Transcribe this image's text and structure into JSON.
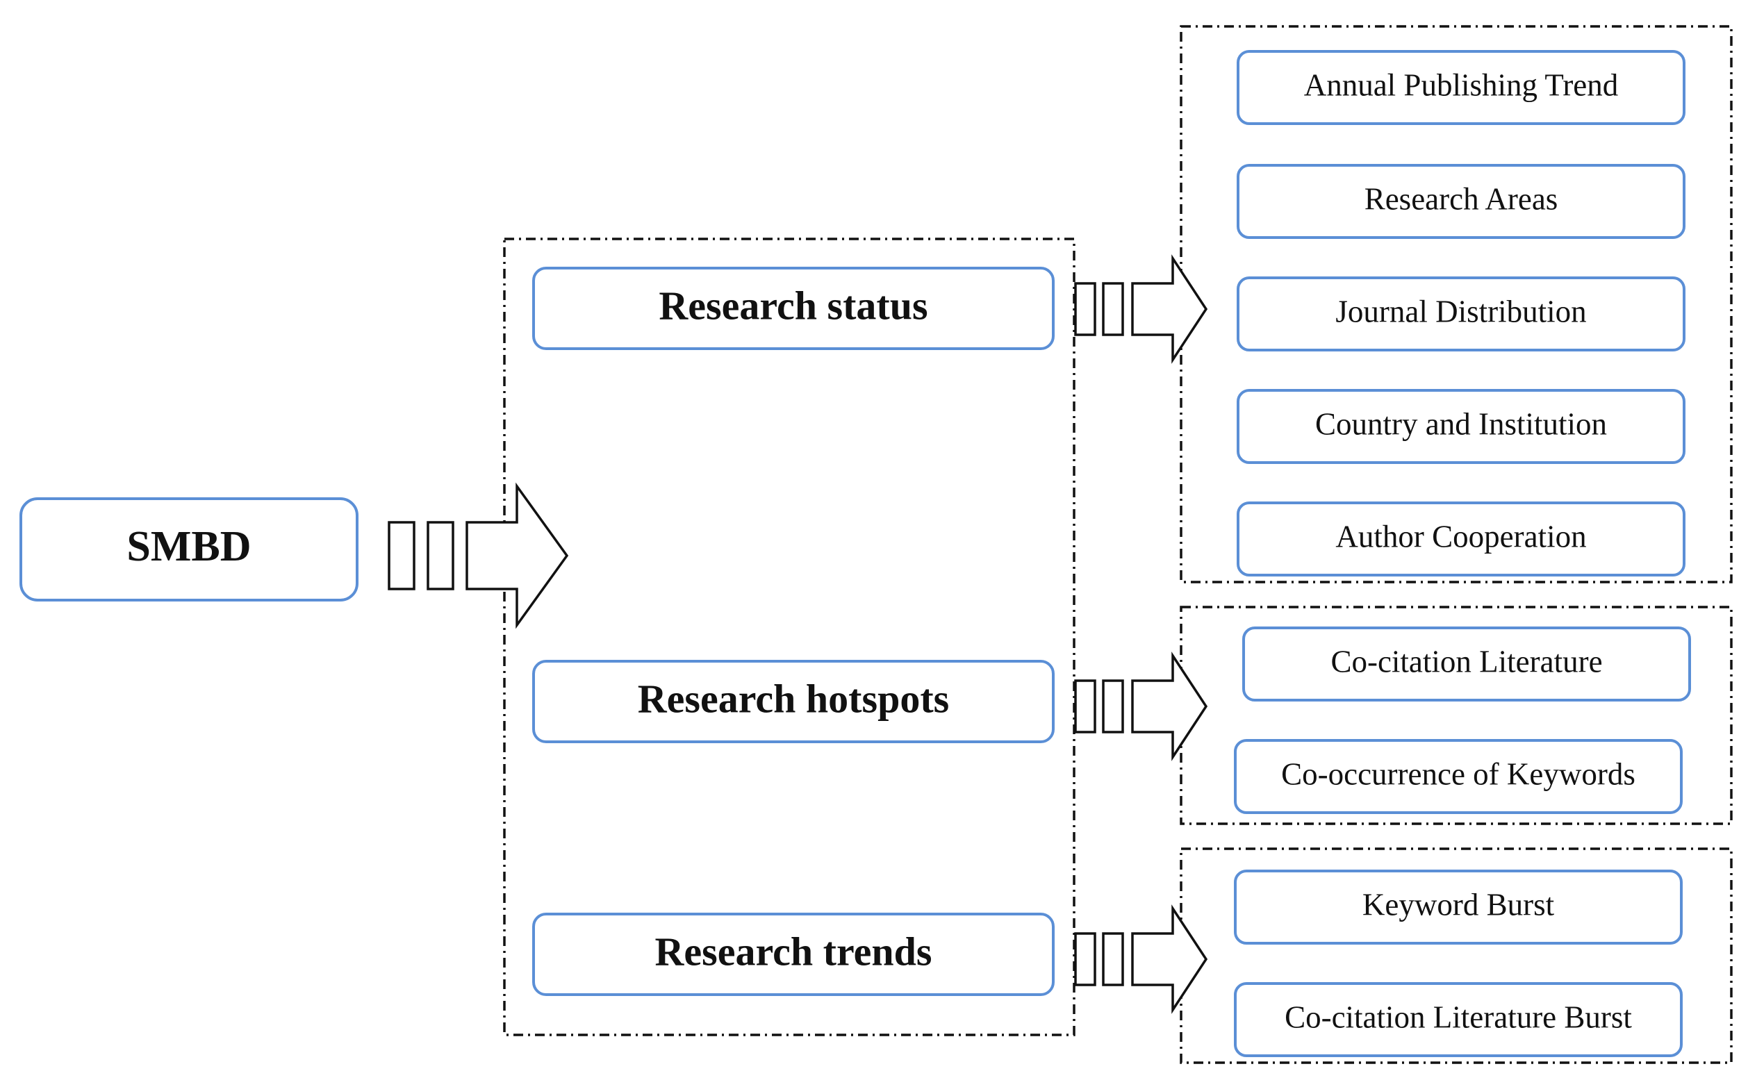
{
  "root": {
    "label": "SMBD"
  },
  "stages": [
    {
      "label": "Research status"
    },
    {
      "label": "Research hotspots"
    },
    {
      "label": "Research trends"
    }
  ],
  "status_items": [
    {
      "label": "Annual Publishing Trend"
    },
    {
      "label": "Research Areas"
    },
    {
      "label": "Journal Distribution"
    },
    {
      "label": "Country and Institution"
    },
    {
      "label": "Author Cooperation"
    }
  ],
  "hotspot_items": [
    {
      "label": "Co-citation Literature"
    },
    {
      "label": "Co-occurrence of Keywords"
    }
  ],
  "trend_items": [
    {
      "label": "Keyword Burst"
    },
    {
      "label": "Co-citation Literature Burst"
    }
  ],
  "colors": {
    "box_border": "#5b8fd6",
    "frame": "#111111",
    "text": "#111111",
    "background": "#ffffff"
  }
}
